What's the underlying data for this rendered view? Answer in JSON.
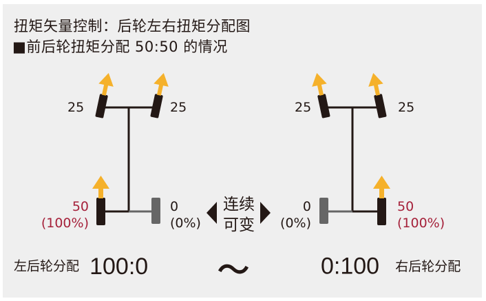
{
  "title": {
    "line1": "扭矩矢量控制：后轮左右扭矩分配图",
    "line2_bullet": "■",
    "line2": "前后轮扭矩分配 50:50 的情况"
  },
  "colors": {
    "background": "#efefef",
    "wheel_active": "#231815",
    "wheel_inactive": "#666666",
    "arrow": "#f5b12b",
    "highlight_text": "#a5213a"
  },
  "left_diagram": {
    "front_left": {
      "torque": "25"
    },
    "front_right": {
      "torque": "25"
    },
    "rear_left": {
      "torque": "50",
      "percent": "(100%)",
      "active": true
    },
    "rear_right": {
      "torque": "0",
      "percent": "(0%)",
      "active": false
    }
  },
  "right_diagram": {
    "front_left": {
      "torque": "25"
    },
    "front_right": {
      "torque": "25"
    },
    "rear_left": {
      "torque": "0",
      "percent": "(0%)",
      "active": false
    },
    "rear_right": {
      "torque": "50",
      "percent": "(100%)",
      "active": true
    }
  },
  "center": {
    "line1": "连续",
    "line2": "可变"
  },
  "bottom": {
    "left_label": "左后轮分配",
    "left_ratio": "100:0",
    "tilde": "〜",
    "right_ratio": "0:100",
    "right_label": "右后轮分配"
  }
}
